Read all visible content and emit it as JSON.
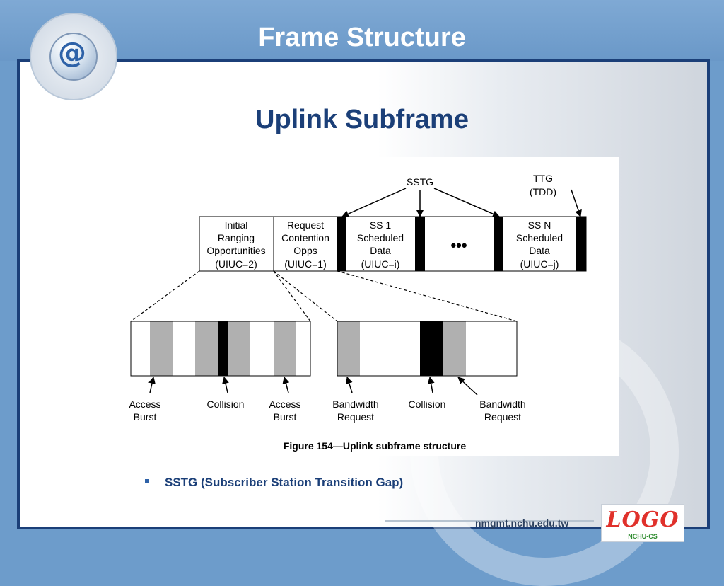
{
  "slide": {
    "title": "Frame Structure",
    "subtitle": "Uplink Subframe"
  },
  "diagram": {
    "labels": {
      "sstg": "SSTG",
      "ttg": "TTG",
      "tdd": "(TDD)",
      "ellipsis": "•••"
    },
    "top_segments": [
      {
        "lines": [
          "Initial",
          "Ranging",
          "Opportunities",
          "(UIUC=2)"
        ]
      },
      {
        "lines": [
          "Request",
          "Contention",
          "Opps",
          "(UIUC=1)"
        ]
      },
      {
        "lines": [
          "SS 1",
          "Scheduled",
          "Data",
          "(UIUC=i)"
        ]
      },
      {
        "lines": [
          "SS N",
          "Scheduled",
          "Data",
          "(UIUC=j)"
        ]
      }
    ],
    "bottom_labels": [
      {
        "lines": [
          "Access",
          "Burst"
        ]
      },
      {
        "lines": [
          "Collision"
        ]
      },
      {
        "lines": [
          "Access",
          "Burst"
        ]
      },
      {
        "lines": [
          "Bandwidth",
          "Request"
        ]
      },
      {
        "lines": [
          "Collision"
        ]
      },
      {
        "lines": [
          "Bandwidth",
          "Request"
        ]
      }
    ],
    "caption": "Figure 154—Uplink subframe structure",
    "colors": {
      "black": "#000000",
      "gray": "#b0b0b0",
      "white": "#ffffff"
    }
  },
  "bullets": [
    {
      "text": "SSTG (Subscriber Station Transition Gap)"
    }
  ],
  "footer": {
    "url": "nmgmt.nchu.edu.tw",
    "logo_text": "LOGO",
    "logo_sub": "NCHU-CS"
  }
}
